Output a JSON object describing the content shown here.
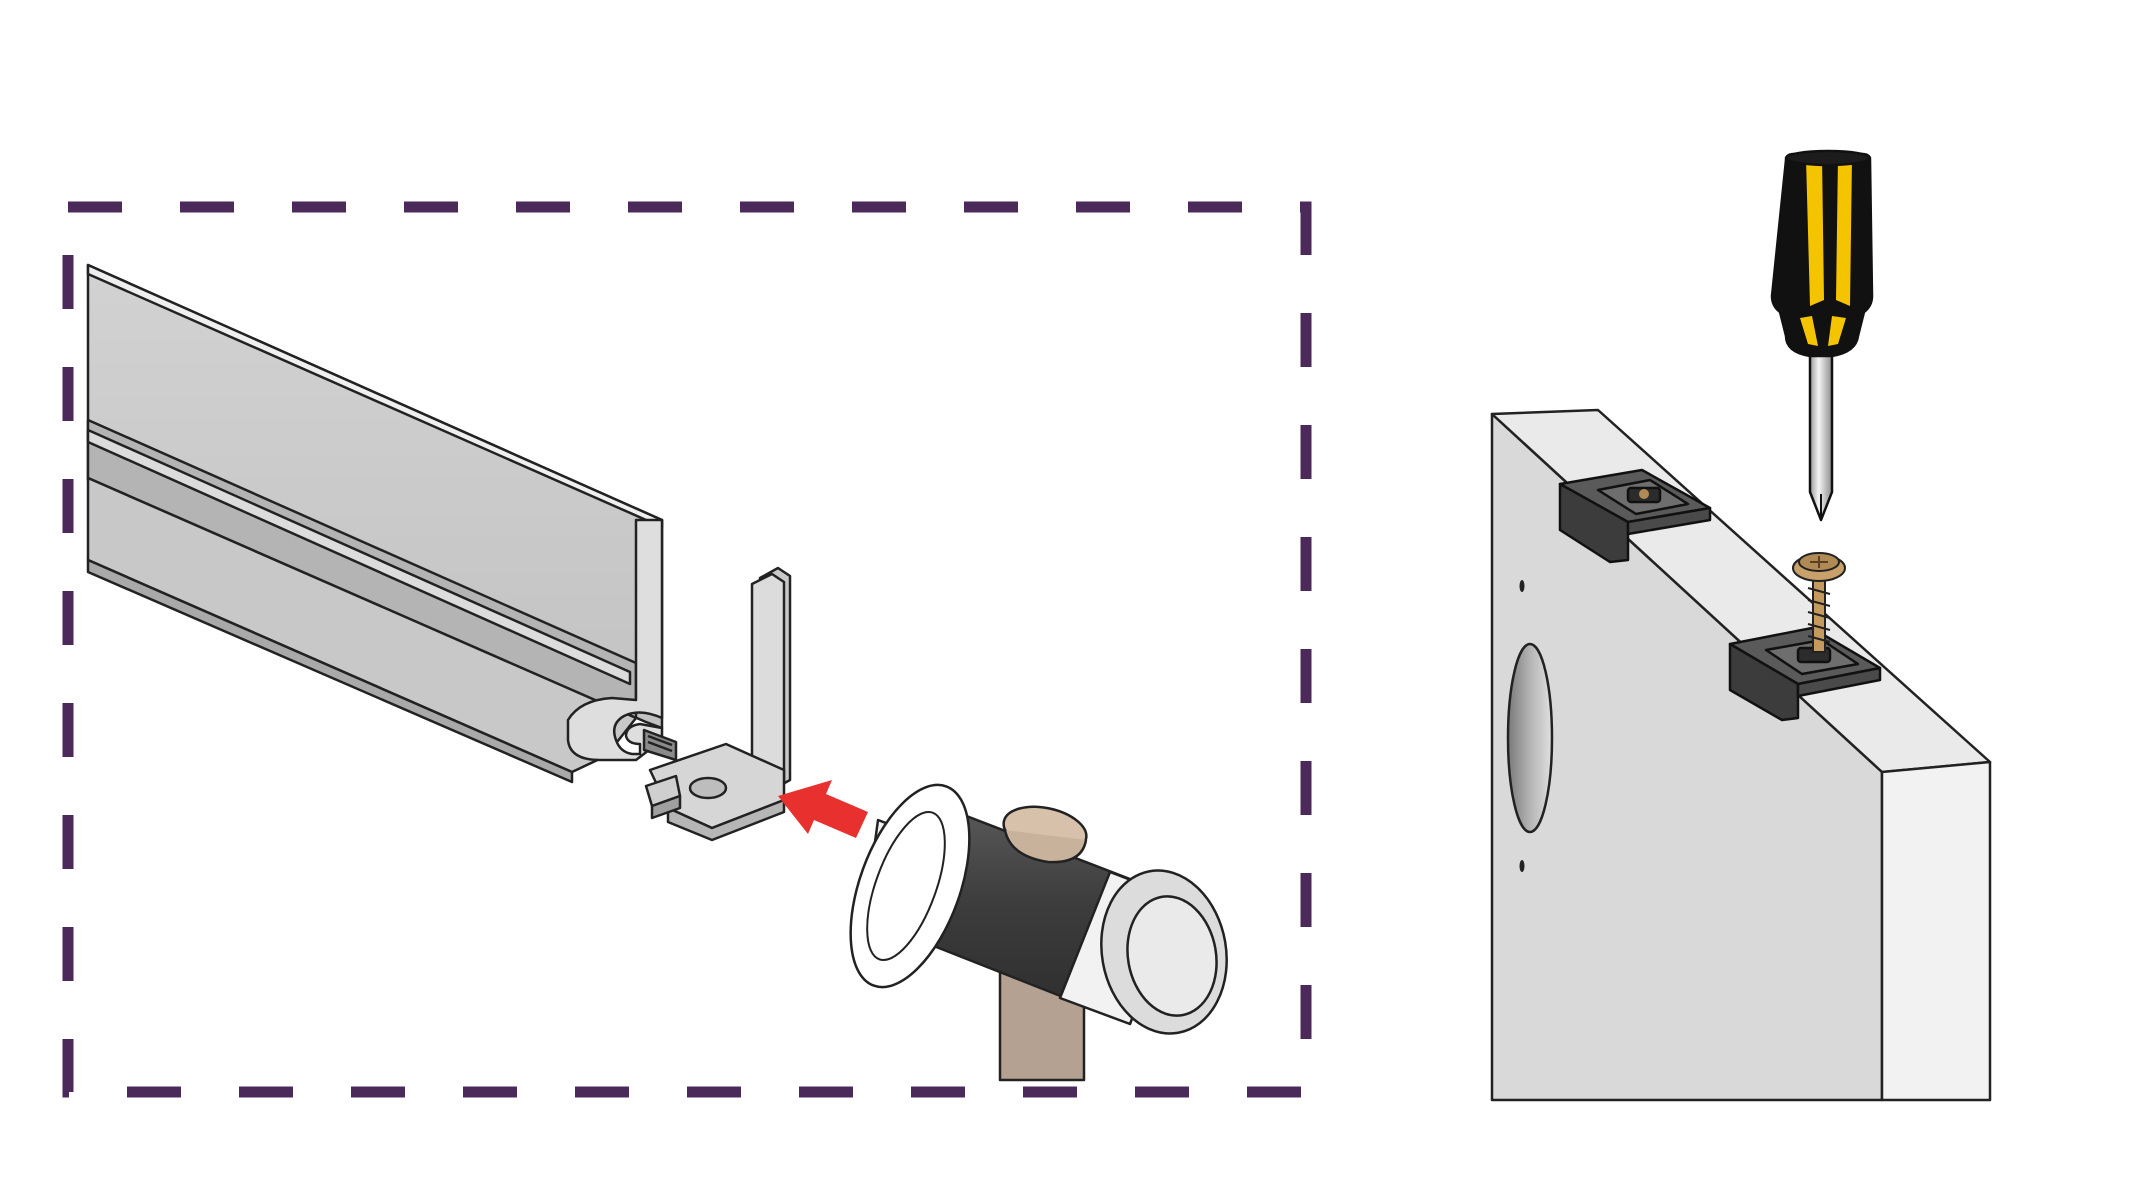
{
  "diagram": {
    "kind": "assembly-instruction",
    "steps": [
      {
        "name": "end-cap-insertion",
        "tool": "rubber-mallet",
        "parts": [
          "aluminium-handle-profile",
          "end-cap"
        ],
        "arrow": "insertion-direction-arrow",
        "framed": true
      },
      {
        "name": "bracket-screw-fixing",
        "tool": "phillips-screwdriver",
        "parts": [
          "door-panel",
          "mounting-bracket",
          "mounting-bracket",
          "screw"
        ],
        "framed": false
      }
    ]
  },
  "colors": {
    "frame": "#4b2a5a",
    "arrow": "#e8302f",
    "profile_light": "#d4d4d4",
    "profile_mid": "#bcbcbc",
    "profile_dark": "#a8a8a8",
    "outline": "#222222",
    "mallet_rubber": "#444444",
    "mallet_cap": "#f2f2f2",
    "mallet_wedge": "#d8c1ab",
    "mallet_handle": "#b5a191",
    "screwdriver_yellow": "#f5c400",
    "screwdriver_black": "#111111",
    "shaft": "#d9d9d9",
    "panel_face": "#d9d9d9",
    "panel_side": "#f0f0f0",
    "panel_top": "#e8e8e8",
    "bracket": "#4f4f4f",
    "screw": "#b08a55"
  }
}
